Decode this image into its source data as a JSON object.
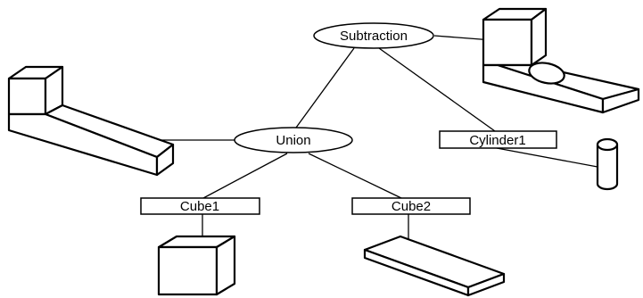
{
  "diagram": {
    "nodes": {
      "subtraction": "Subtraction",
      "union": "Union",
      "cylinder": "Cylinder1",
      "cube1": "Cube1",
      "cube2": "Cube2"
    },
    "colors": {
      "stroke": "#000000",
      "background": "#ffffff"
    }
  }
}
